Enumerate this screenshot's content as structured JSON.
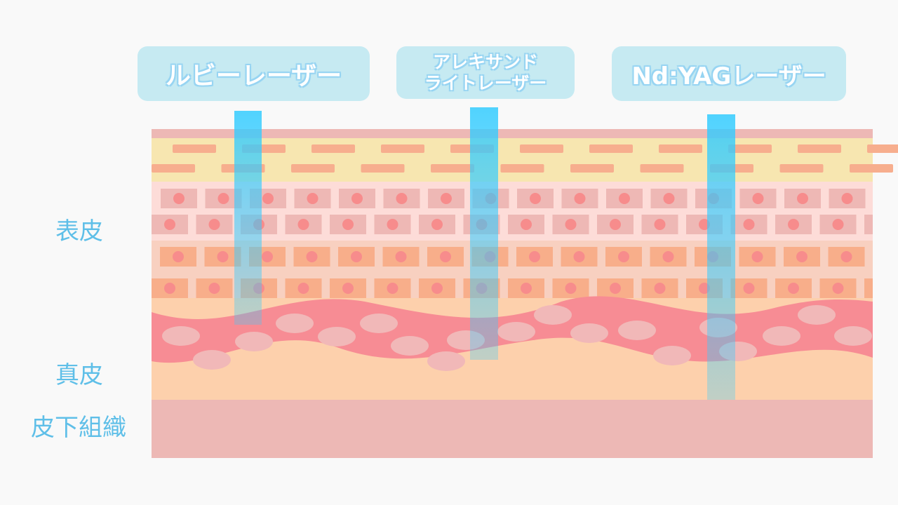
{
  "lasers": [
    {
      "name": "ruby",
      "label_lines": [
        "ルビーレーザー"
      ]
    },
    {
      "name": "alexandrite",
      "label_lines": [
        "アレキサンド",
        "ライトレーザー"
      ]
    },
    {
      "name": "ndyag",
      "label_lines": [
        "Nd:YAGレーザー"
      ]
    }
  ],
  "layers": {
    "epidermis": "表皮",
    "dermis": "真皮",
    "subcutaneous": "皮下組織"
  },
  "colors": {
    "beam": "#33ccff",
    "label_text": "#5fbfe8"
  }
}
